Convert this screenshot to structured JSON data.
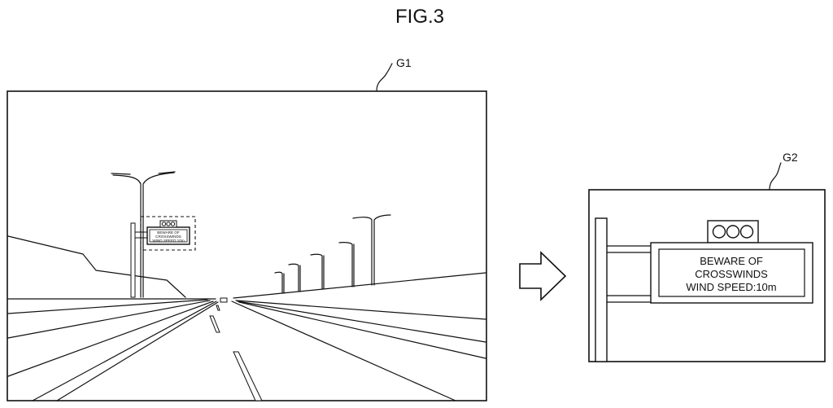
{
  "figure": {
    "title": "FIG.3"
  },
  "panels": {
    "g1": {
      "label": "G1"
    },
    "g2": {
      "label": "G2"
    }
  },
  "sign": {
    "lines_small": [
      "BEWARE OF",
      "CROSSWINDS",
      "WIND SPEED:10m"
    ],
    "lines_large": [
      "BEWARE OF",
      "CROSSWINDS",
      "WIND SPEED:10m"
    ],
    "lamp_count": 3
  },
  "arrow": {
    "direction": "right"
  }
}
